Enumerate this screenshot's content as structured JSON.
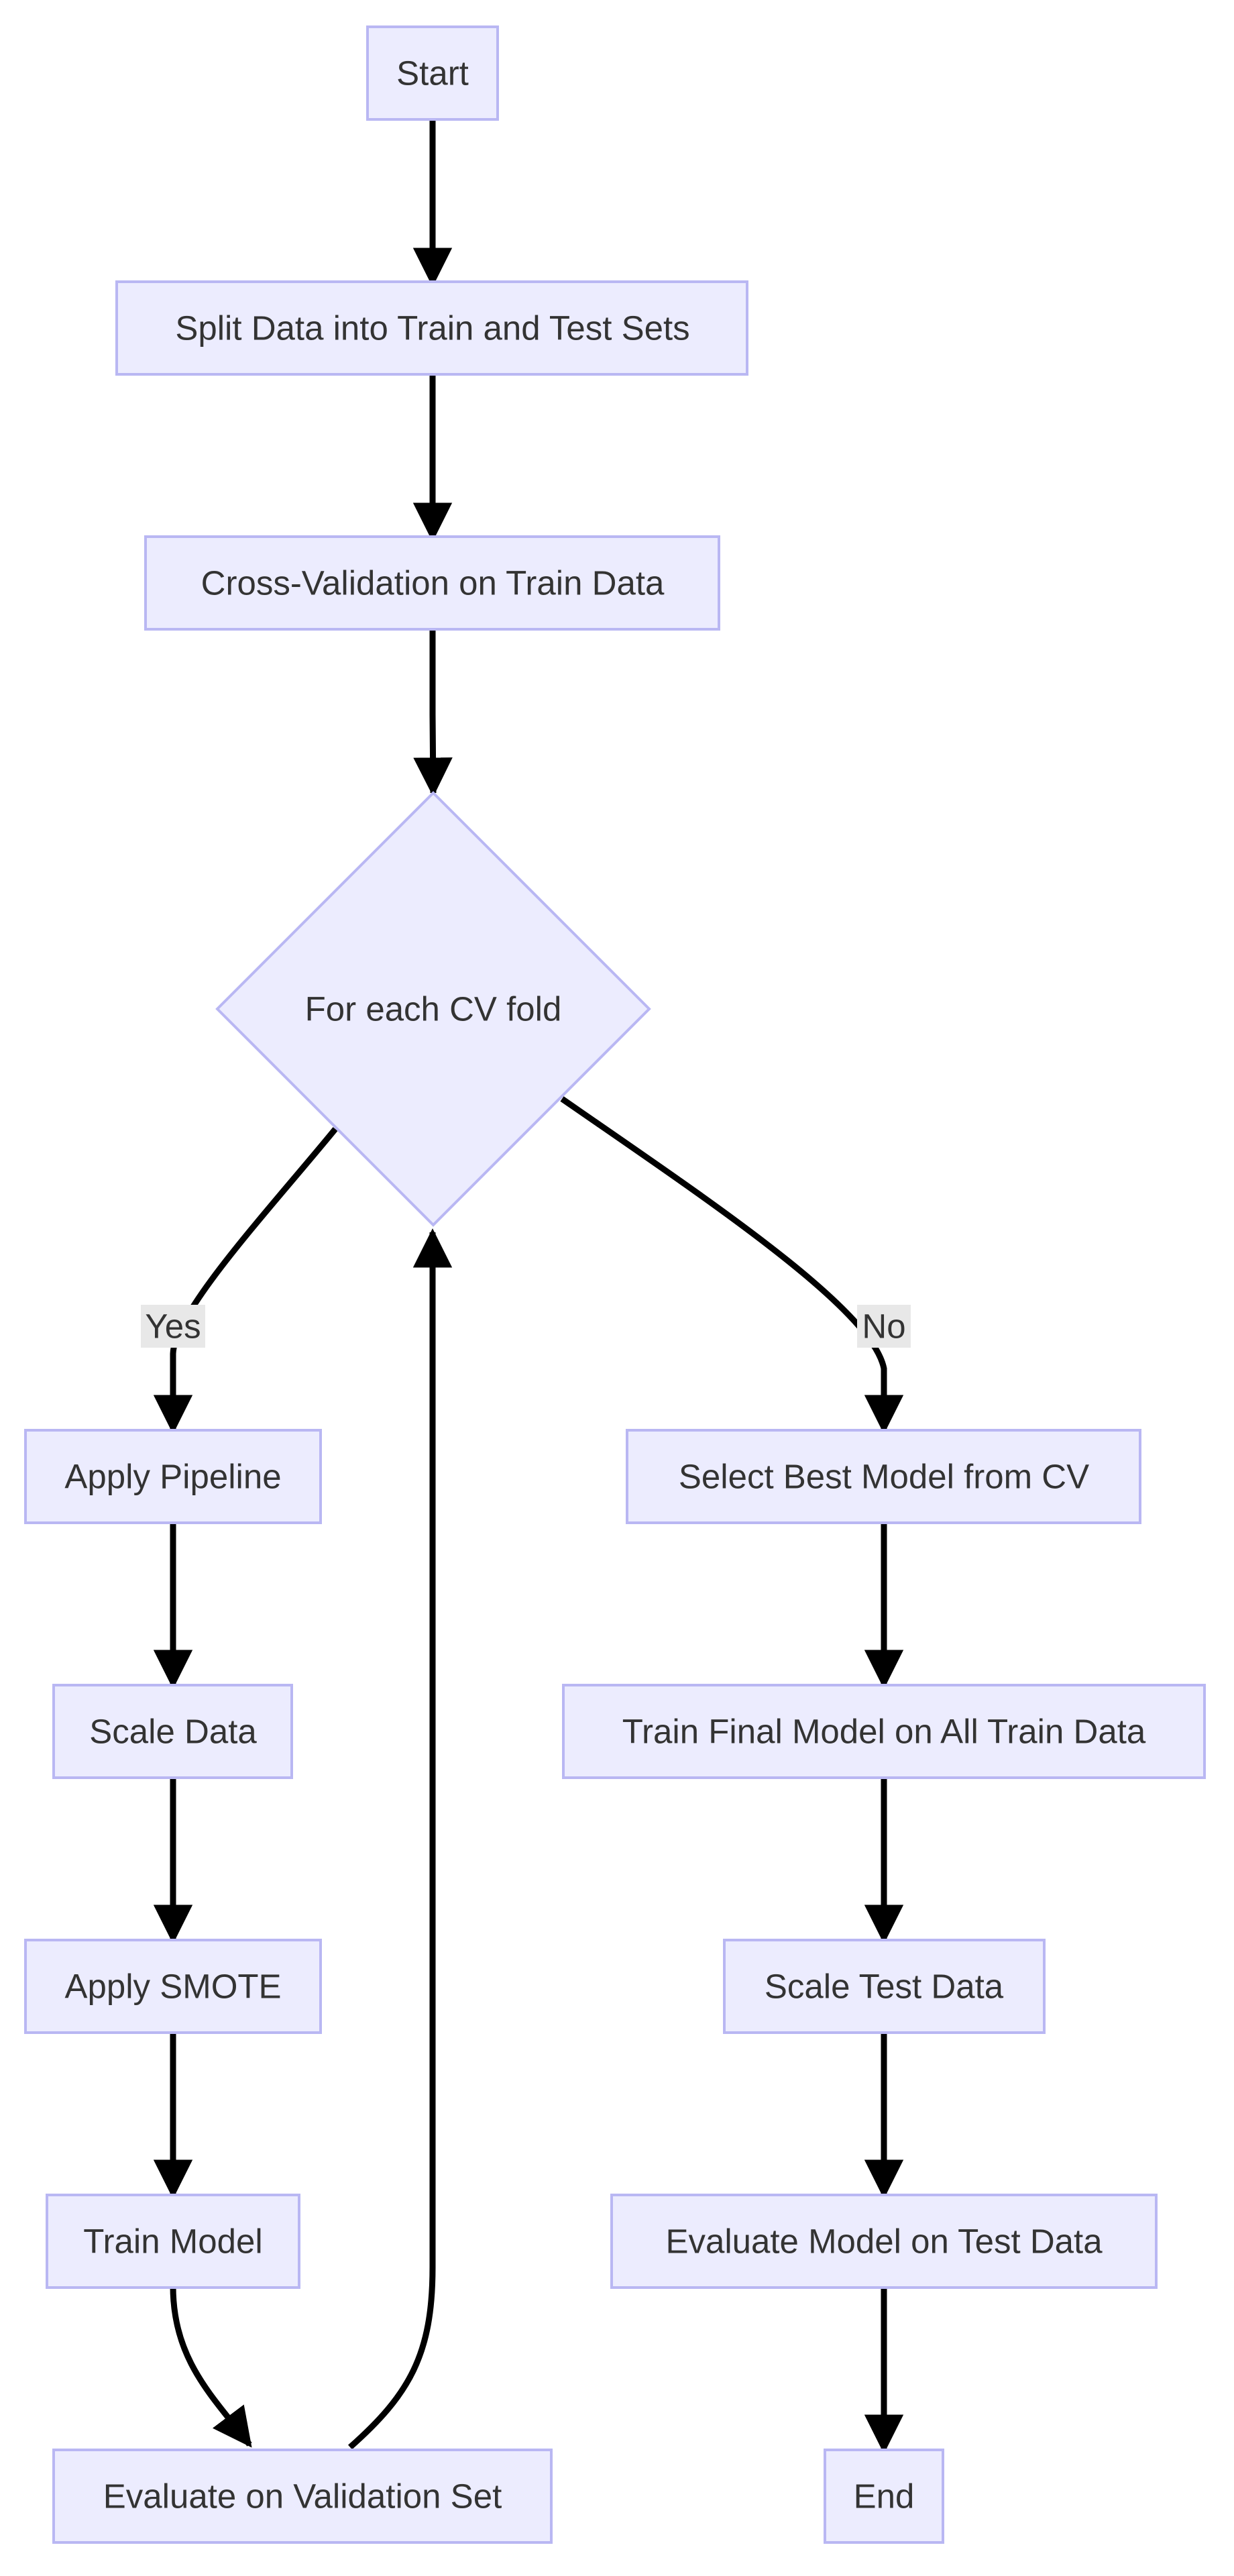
{
  "diagram": {
    "nodes": {
      "start": "Start",
      "split": "Split Data into Train and Test Sets",
      "cv": "Cross-Validation on Train Data",
      "decision": "For each CV fold",
      "apply_pipeline": "Apply Pipeline",
      "scale_data": "Scale Data",
      "apply_smote": "Apply SMOTE",
      "train_model": "Train Model",
      "evaluate_validation": "Evaluate on Validation Set",
      "select_best": "Select Best Model from CV",
      "train_final": "Train Final Model on All Train Data",
      "scale_test": "Scale Test Data",
      "evaluate_test": "Evaluate Model on Test Data",
      "end": "End"
    },
    "edges": {
      "yes_label": "Yes",
      "no_label": "No"
    },
    "colors": {
      "node_fill": "#ececfe",
      "node_stroke": "#b9b7f3",
      "edge": "#000000",
      "text": "#333333",
      "edge_label_bg": "#e8e8e8"
    }
  }
}
